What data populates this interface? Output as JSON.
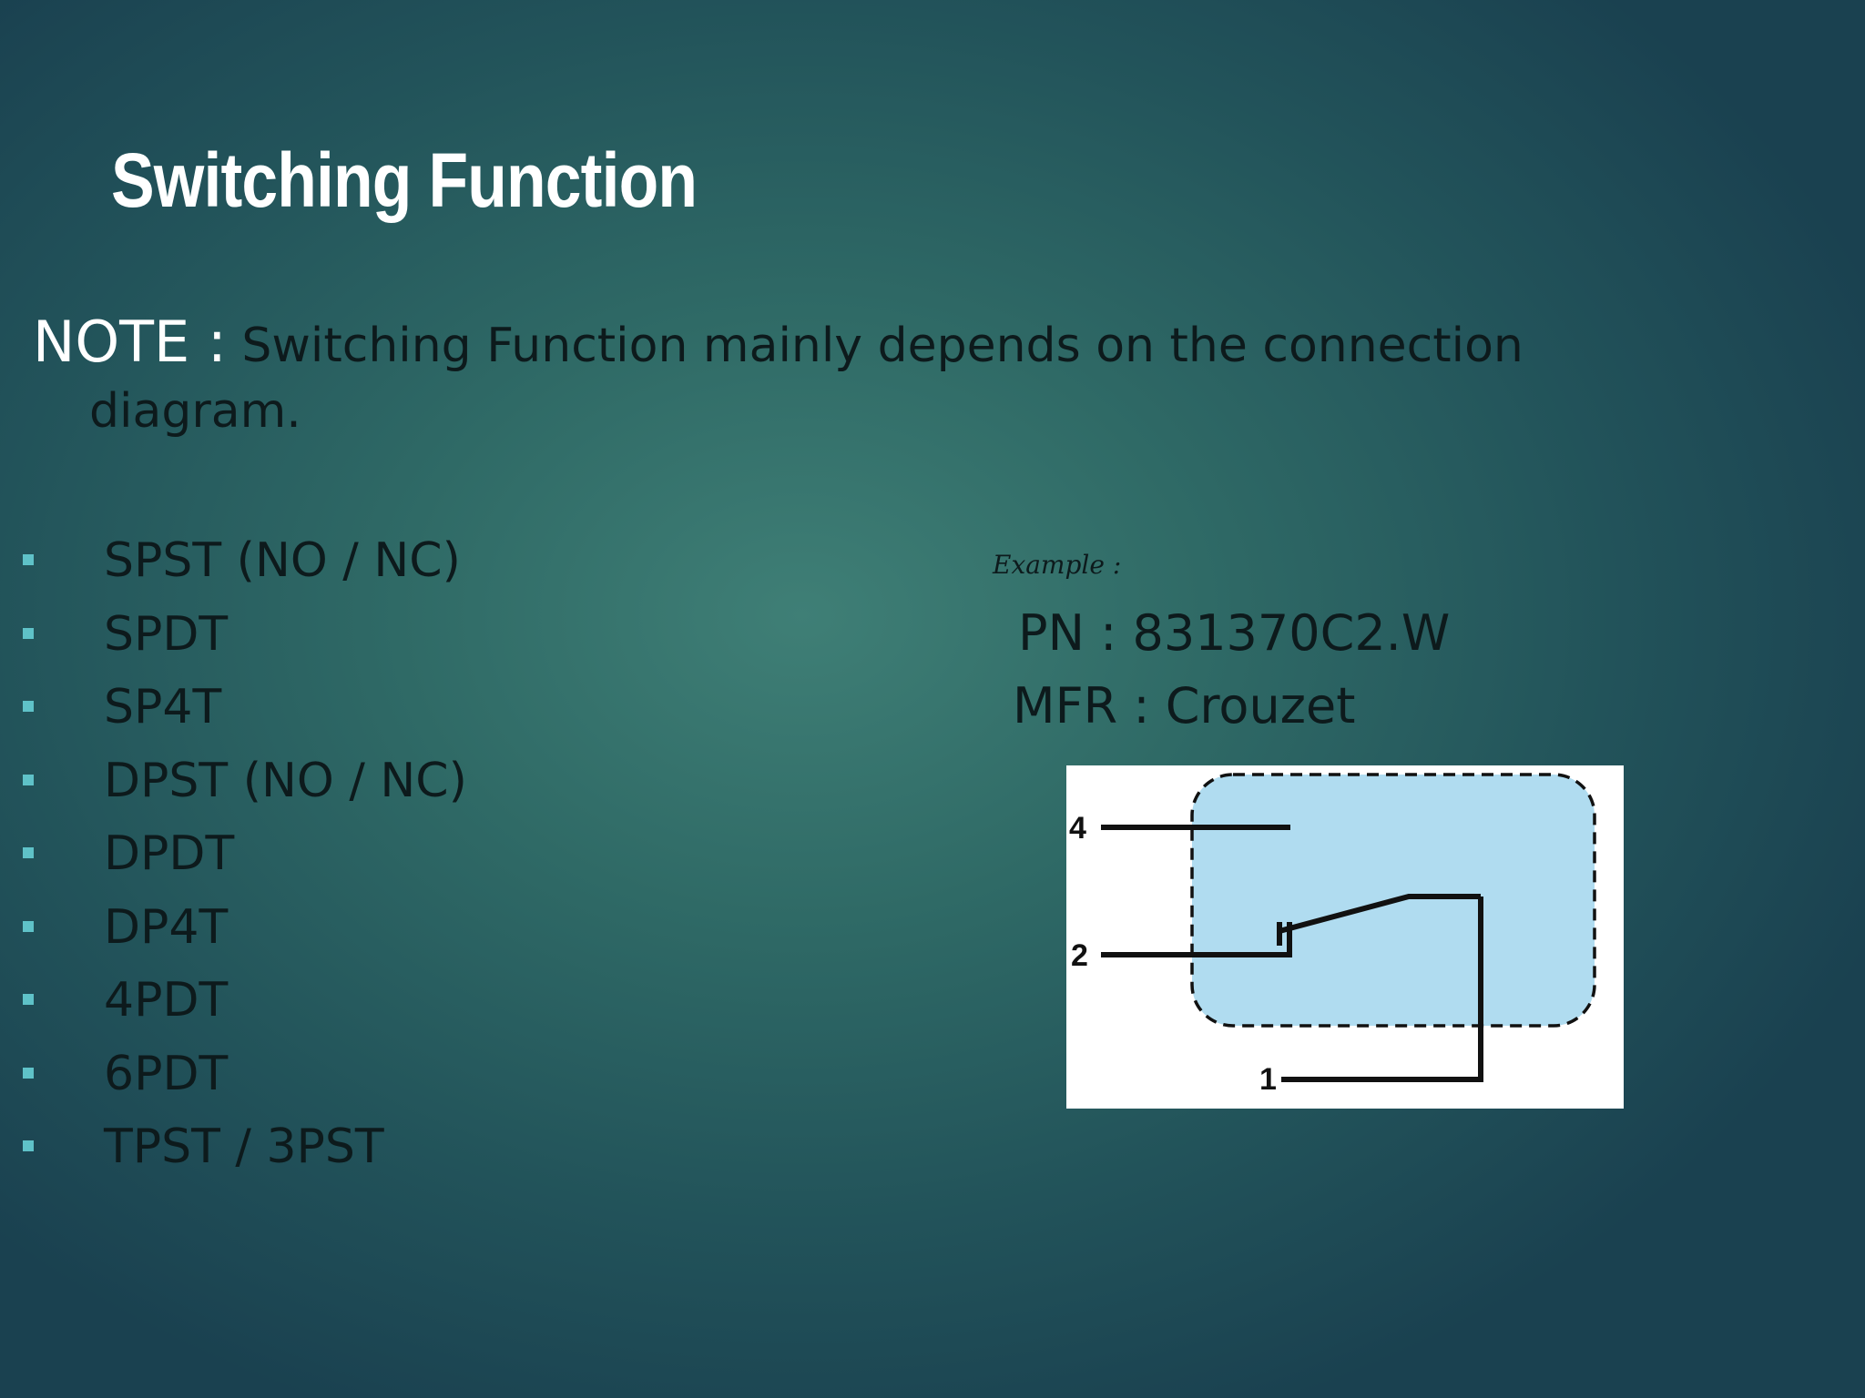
{
  "slide": {
    "title": "Switching Function",
    "note": {
      "label": "NOTE :",
      "text": "Switching Function mainly depends on the connection diagram."
    },
    "switch_types": [
      "SPST (NO / NC)",
      "SPDT",
      "SP4T",
      "DPST (NO / NC)",
      "DPDT",
      "DP4T",
      "4PDT",
      "6PDT",
      "TPST / 3PST"
    ],
    "example": {
      "label": "Example :",
      "pn": "PN  : 831370C2.W",
      "mfr": "MFR : Crouzet"
    },
    "diagram": {
      "pin_labels": [
        "4",
        "2",
        "1"
      ],
      "colors": {
        "housing_fill": "#b0dcf0",
        "line": "#111111",
        "background": "#ffffff"
      }
    }
  },
  "colors": {
    "background_center": "#3f7f76",
    "background_edge": "#1a4150",
    "title": "#ffffff",
    "body_text": "#0d1a1c",
    "bullet": "#5fc2c8"
  }
}
